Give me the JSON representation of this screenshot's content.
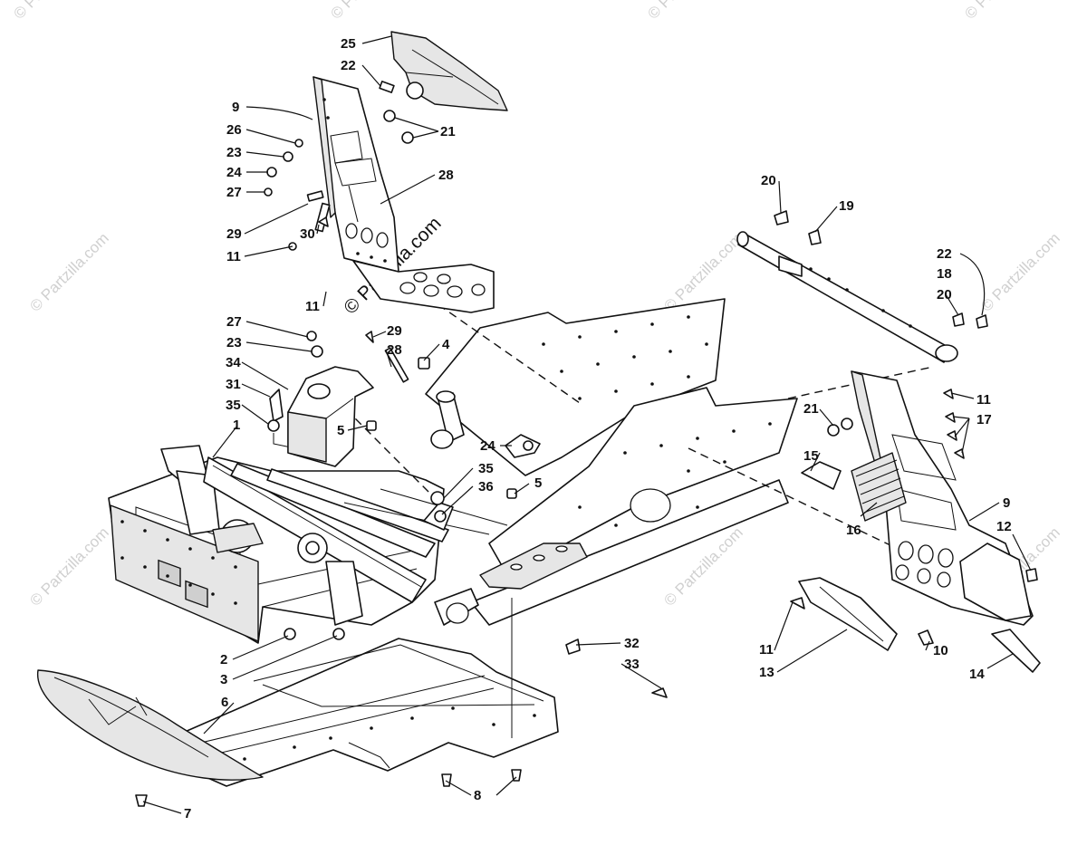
{
  "watermark": {
    "text": "© Partzilla.com",
    "center_text": "© Partzilla.com"
  },
  "callouts": [
    {
      "id": "c25",
      "label": "25"
    },
    {
      "id": "c22a",
      "label": "22"
    },
    {
      "id": "c9a",
      "label": "9"
    },
    {
      "id": "c26",
      "label": "26"
    },
    {
      "id": "c23a",
      "label": "23"
    },
    {
      "id": "c24a",
      "label": "24"
    },
    {
      "id": "c27a",
      "label": "27"
    },
    {
      "id": "c21a",
      "label": "21"
    },
    {
      "id": "c28a",
      "label": "28"
    },
    {
      "id": "c29a",
      "label": "29"
    },
    {
      "id": "c30",
      "label": "30"
    },
    {
      "id": "c11a",
      "label": "11"
    },
    {
      "id": "c11b",
      "label": "11"
    },
    {
      "id": "c27b",
      "label": "27"
    },
    {
      "id": "c29b",
      "label": "29"
    },
    {
      "id": "c23b",
      "label": "23"
    },
    {
      "id": "c28b",
      "label": "28"
    },
    {
      "id": "c4",
      "label": "4"
    },
    {
      "id": "c34",
      "label": "34"
    },
    {
      "id": "c31",
      "label": "31"
    },
    {
      "id": "c35a",
      "label": "35"
    },
    {
      "id": "c1",
      "label": "1"
    },
    {
      "id": "c5a",
      "label": "5"
    },
    {
      "id": "c24b",
      "label": "24"
    },
    {
      "id": "c35b",
      "label": "35"
    },
    {
      "id": "c5b",
      "label": "5"
    },
    {
      "id": "c36",
      "label": "36"
    },
    {
      "id": "c2",
      "label": "2"
    },
    {
      "id": "c3",
      "label": "3"
    },
    {
      "id": "c6",
      "label": "6"
    },
    {
      "id": "c7",
      "label": "7"
    },
    {
      "id": "c8",
      "label": "8"
    },
    {
      "id": "c32",
      "label": "32"
    },
    {
      "id": "c33",
      "label": "33"
    },
    {
      "id": "c20a",
      "label": "20"
    },
    {
      "id": "c19",
      "label": "19"
    },
    {
      "id": "c22b",
      "label": "22"
    },
    {
      "id": "c18",
      "label": "18"
    },
    {
      "id": "c20b",
      "label": "20"
    },
    {
      "id": "c11c",
      "label": "11"
    },
    {
      "id": "c17",
      "label": "17"
    },
    {
      "id": "c21b",
      "label": "21"
    },
    {
      "id": "c15",
      "label": "15"
    },
    {
      "id": "c16",
      "label": "16"
    },
    {
      "id": "c9b",
      "label": "9"
    },
    {
      "id": "c12",
      "label": "12"
    },
    {
      "id": "c11d",
      "label": "11"
    },
    {
      "id": "c13",
      "label": "13"
    },
    {
      "id": "c10",
      "label": "10"
    },
    {
      "id": "c14",
      "label": "14"
    }
  ]
}
